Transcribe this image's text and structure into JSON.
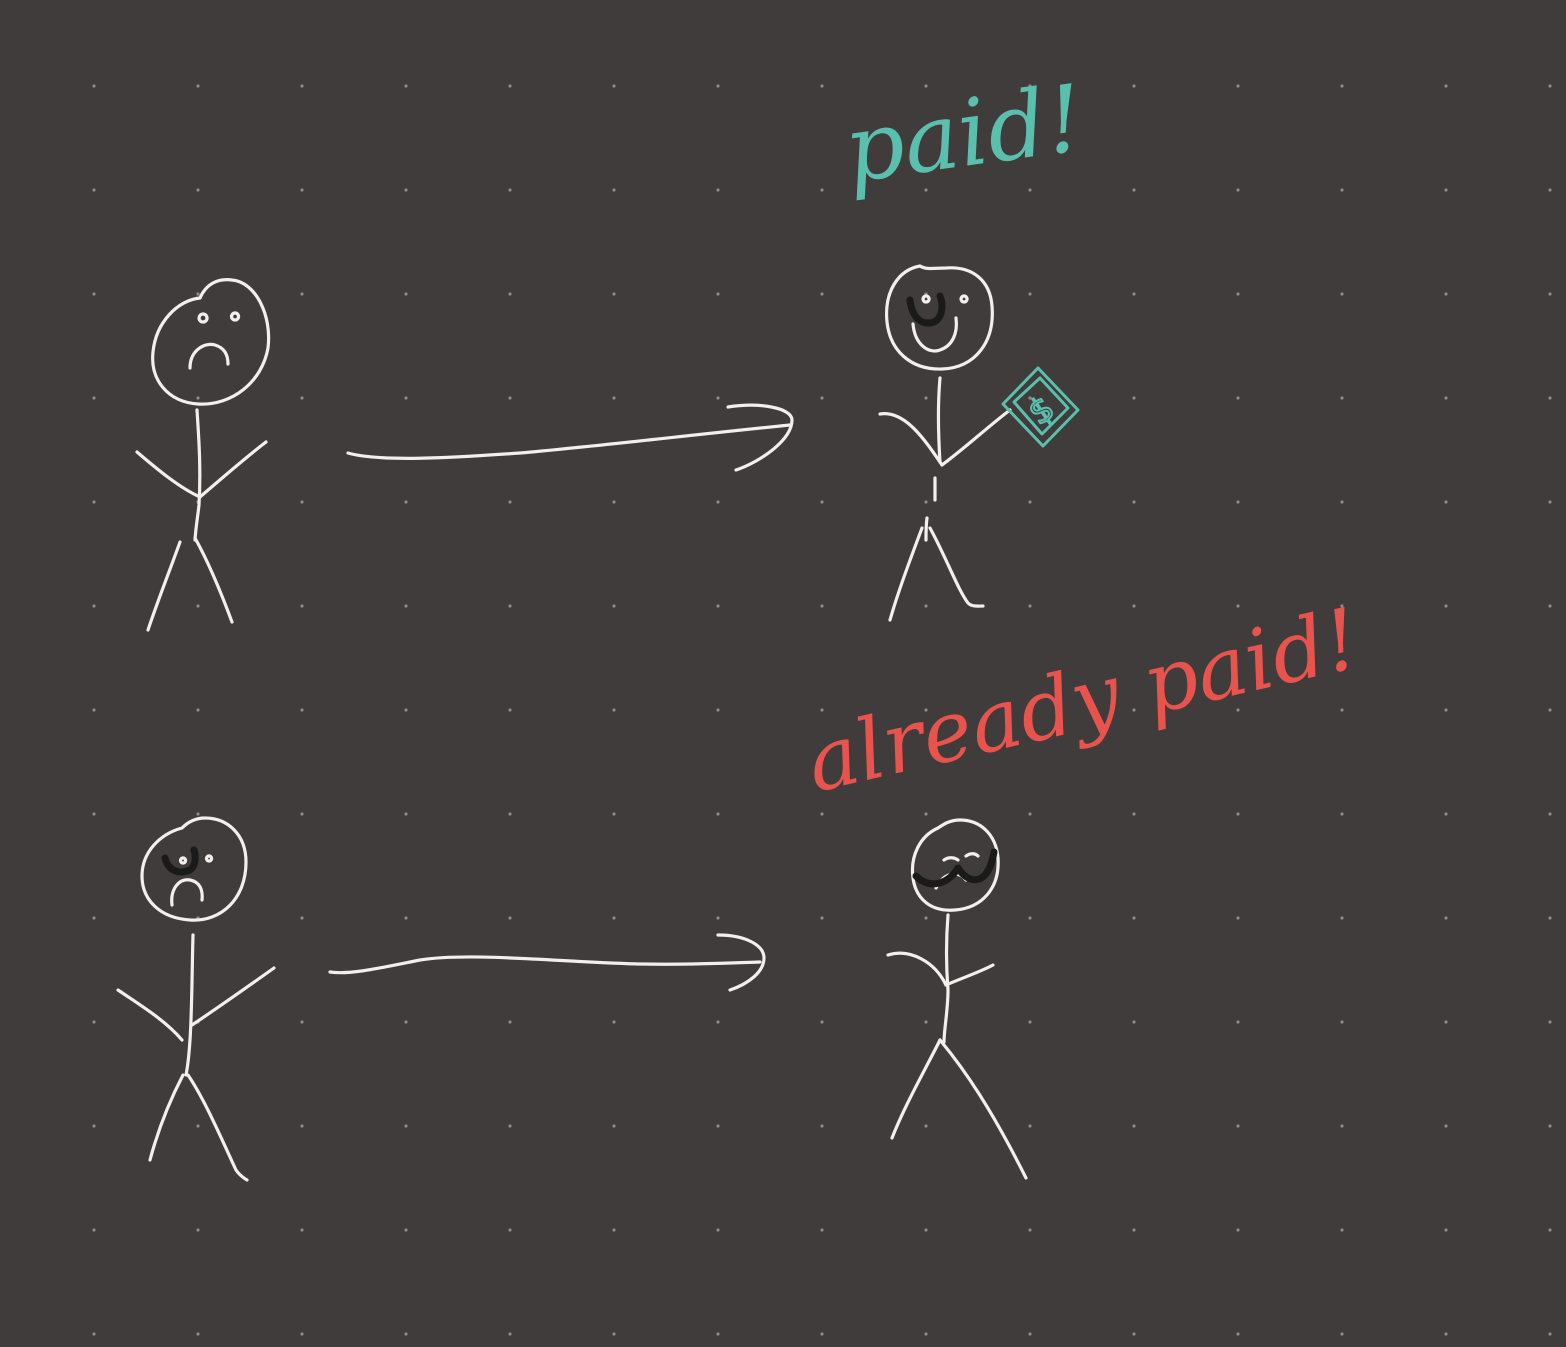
{
  "canvas": {
    "background_color": "#3f3c3b",
    "grid_dot_color": "#8f8b88",
    "ink_color": "#f2efec"
  },
  "annotations": {
    "paid": {
      "text": "paid!",
      "color": "#5bbfae"
    },
    "already_paid": {
      "text": "already paid!",
      "color": "#e8534e"
    }
  },
  "icons": {
    "money": {
      "name": "dollar-bill-icon",
      "symbol": "$",
      "color": "#5bbfae"
    }
  },
  "scenes": [
    {
      "from": "sad-stick-figure",
      "to": "happy-stick-figure-holding-money",
      "label": "paid!"
    },
    {
      "from": "frowning-stick-figure",
      "to": "grumpy-stick-figure",
      "label": "already paid!"
    }
  ]
}
